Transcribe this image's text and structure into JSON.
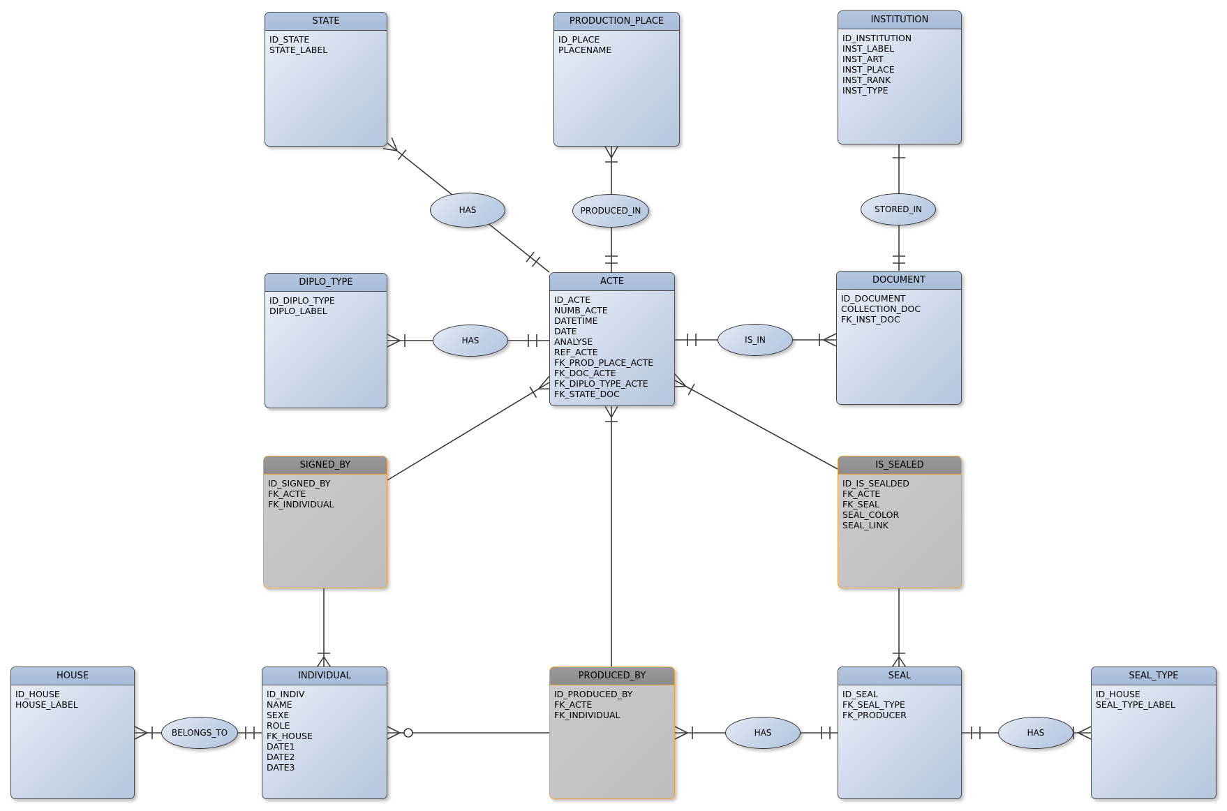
{
  "entities": [
    {
      "id": "state",
      "name": "STATE",
      "fields": [
        "ID_STATE",
        "STATE_LABEL"
      ],
      "variant": "blue"
    },
    {
      "id": "production_place",
      "name": "PRODUCTION_PLACE",
      "fields": [
        "ID_PLACE",
        "PLACENAME"
      ],
      "variant": "blue"
    },
    {
      "id": "institution",
      "name": "INSTITUTION",
      "fields": [
        "ID_INSTITUTION",
        "INST_LABEL",
        "INST_ART",
        "INST_PLACE",
        "INST_RANK",
        "INST_TYPE"
      ],
      "variant": "blue"
    },
    {
      "id": "diplo_type",
      "name": "DIPLO_TYPE",
      "fields": [
        "ID_DIPLO_TYPE",
        "DIPLO_LABEL"
      ],
      "variant": "blue"
    },
    {
      "id": "acte",
      "name": "ACTE",
      "fields": [
        "ID_ACTE",
        "NUMB_ACTE",
        "DATETIME",
        "DATE",
        "ANALYSE",
        "REF_ACTE",
        "FK_PROD_PLACE_ACTE",
        "FK_DOC_ACTE",
        "FK_DIPLO_TYPE_ACTE",
        "FK_STATE_DOC"
      ],
      "variant": "blue"
    },
    {
      "id": "document",
      "name": "DOCUMENT",
      "fields": [
        "ID_DOCUMENT",
        "COLLECTION_DOC",
        "FK_INST_DOC"
      ],
      "variant": "blue"
    },
    {
      "id": "signed_by",
      "name": "SIGNED_BY",
      "fields": [
        "ID_SIGNED_BY",
        "FK_ACTE",
        "FK_INDIVIDUAL"
      ],
      "variant": "gray"
    },
    {
      "id": "is_sealed",
      "name": "IS_SEALED",
      "fields": [
        "ID_IS_SEALDED",
        "FK_ACTE",
        "FK_SEAL",
        "SEAL_COLOR",
        "SEAL_LINK"
      ],
      "variant": "gray"
    },
    {
      "id": "house",
      "name": "HOUSE",
      "fields": [
        "ID_HOUSE",
        "HOUSE_LABEL"
      ],
      "variant": "blue"
    },
    {
      "id": "individual",
      "name": "INDIVIDUAL",
      "fields": [
        "ID_INDIV",
        "NAME",
        "SEXE",
        "ROLE",
        "FK_HOUSE",
        "DATE1",
        "DATE2",
        "DATE3"
      ],
      "variant": "blue"
    },
    {
      "id": "produced_by",
      "name": "PRODUCED_BY",
      "fields": [
        "ID_PRODUCED_BY",
        "FK_ACTE",
        "FK_INDIVIDUAL"
      ],
      "variant": "gray"
    },
    {
      "id": "seal",
      "name": "SEAL",
      "fields": [
        "ID_SEAL",
        "FK_SEAL_TYPE",
        "FK_PRODUCER"
      ],
      "variant": "blue"
    },
    {
      "id": "seal_type",
      "name": "SEAL_TYPE",
      "fields": [
        "ID_HOUSE",
        "SEAL_TYPE_LABEL"
      ],
      "variant": "blue"
    }
  ],
  "relationships": [
    {
      "id": "has-state-acte",
      "label": "HAS"
    },
    {
      "id": "produced-in",
      "label": "PRODUCED_IN"
    },
    {
      "id": "stored-in",
      "label": "STORED_IN"
    },
    {
      "id": "has-diplo-acte",
      "label": "HAS"
    },
    {
      "id": "is-in",
      "label": "IS_IN"
    },
    {
      "id": "belongs-to",
      "label": "BELONGS_TO"
    },
    {
      "id": "has-producedby-seal",
      "label": "HAS"
    },
    {
      "id": "has-seal-sealtype",
      "label": "HAS"
    }
  ],
  "colors": {
    "header-blue": "#b3c6e0",
    "header-blue-2": "#a7bcd9",
    "body-blue-light": "#eef2f9",
    "body-blue-dark": "#b6c6dd",
    "header-gray": "#999999",
    "header-gray-2": "#8d8d8d",
    "body-gray-light": "#cccccc",
    "body-gray-dark": "#bdbdbd",
    "border-dark": "#4a4a4a",
    "border-orange": "#f0a232",
    "line": "#3a3a3a",
    "text": "#000000"
  }
}
